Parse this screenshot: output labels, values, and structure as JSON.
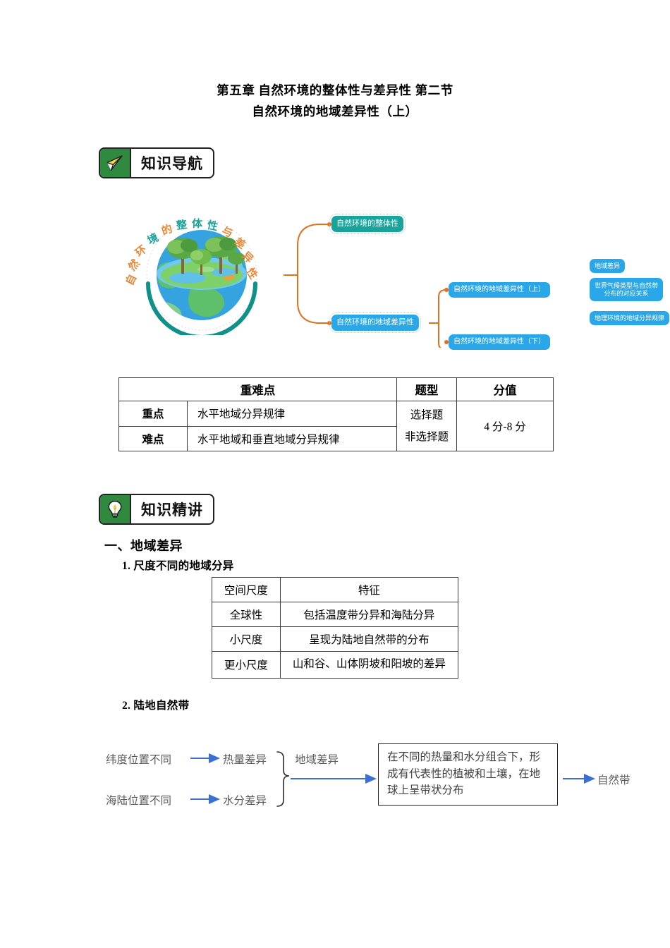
{
  "document": {
    "title_line1": "第五章 自然环境的整体性与差异性 第二节",
    "title_line2": "自然环境的地域差异性（上）"
  },
  "badges": {
    "navigation": {
      "label": "知识导航",
      "icon": "paper-plane-icon",
      "icon_bg": "#2f8a40"
    },
    "lecture": {
      "label": "知识精讲",
      "icon": "lightbulb-icon",
      "icon_bg": "#2f8a40"
    }
  },
  "mindmap": {
    "arc_title": "自然环境的整体性与差异性",
    "arc_chars": [
      "自",
      "然",
      "环",
      "境",
      "的",
      "整",
      "体",
      "性",
      "与",
      "差",
      "异",
      "性"
    ],
    "colors": {
      "teal": "#19a39b",
      "blue": "#29a7e8",
      "orange": "#e2701f",
      "arc_orange": "#e8883a",
      "arc_teal": "#19a39b"
    },
    "center_image": "globe-with-trees-illustration",
    "level1": [
      {
        "label": "自然环境的整体性",
        "color": "teal"
      },
      {
        "label": "自然环境的地域差异性",
        "color": "blue"
      }
    ],
    "level2": [
      {
        "label": "自然环境的地域差异性（上）",
        "color": "blue"
      },
      {
        "label": "自然环境的地域差异性（下）",
        "color": "blue"
      }
    ],
    "level3": [
      {
        "label": "地域差异",
        "color": "blue"
      },
      {
        "label": "世界气候类型与自然带分布的对应关系",
        "color": "blue"
      },
      {
        "label": "地理环境的地域分异规律",
        "color": "blue"
      }
    ]
  },
  "table_keypoints": {
    "headers": [
      "重难点",
      "题型",
      "分值"
    ],
    "rows": [
      {
        "label": "重点",
        "desc": "水平地域分异规律"
      },
      {
        "label": "难点",
        "desc": "水平地域和垂直地域分异规律"
      }
    ],
    "type_lines": [
      "选择题",
      "非选择题"
    ],
    "score": "4 分-8 分"
  },
  "sections": {
    "h1": "一、地域差异",
    "h2_1": "1. 尺度不同的地域分异",
    "h2_2": "2. 陆地自然带"
  },
  "table_scale": {
    "headers": [
      "空间尺度",
      "特征"
    ],
    "rows": [
      {
        "scale": "全球性",
        "feature": "包括温度带分异和海陆分异"
      },
      {
        "scale": "小尺度",
        "feature": "呈现为陆地自然带的分布"
      },
      {
        "scale": "更小尺度",
        "feature": "山和谷、山体阴坡和阳坡的差异"
      }
    ]
  },
  "flow": {
    "cause1": "纬度位置不同",
    "effect1": "热量差异",
    "cause2": "海陆位置不同",
    "effect2": "水分差异",
    "brace_label": "地域差异",
    "result_box": "在不同的热量和水分组合下，形成有代表性的植被和土壤，在地球上呈带状分布",
    "final": "自然带",
    "arrow_color": "#3b6fd4"
  }
}
